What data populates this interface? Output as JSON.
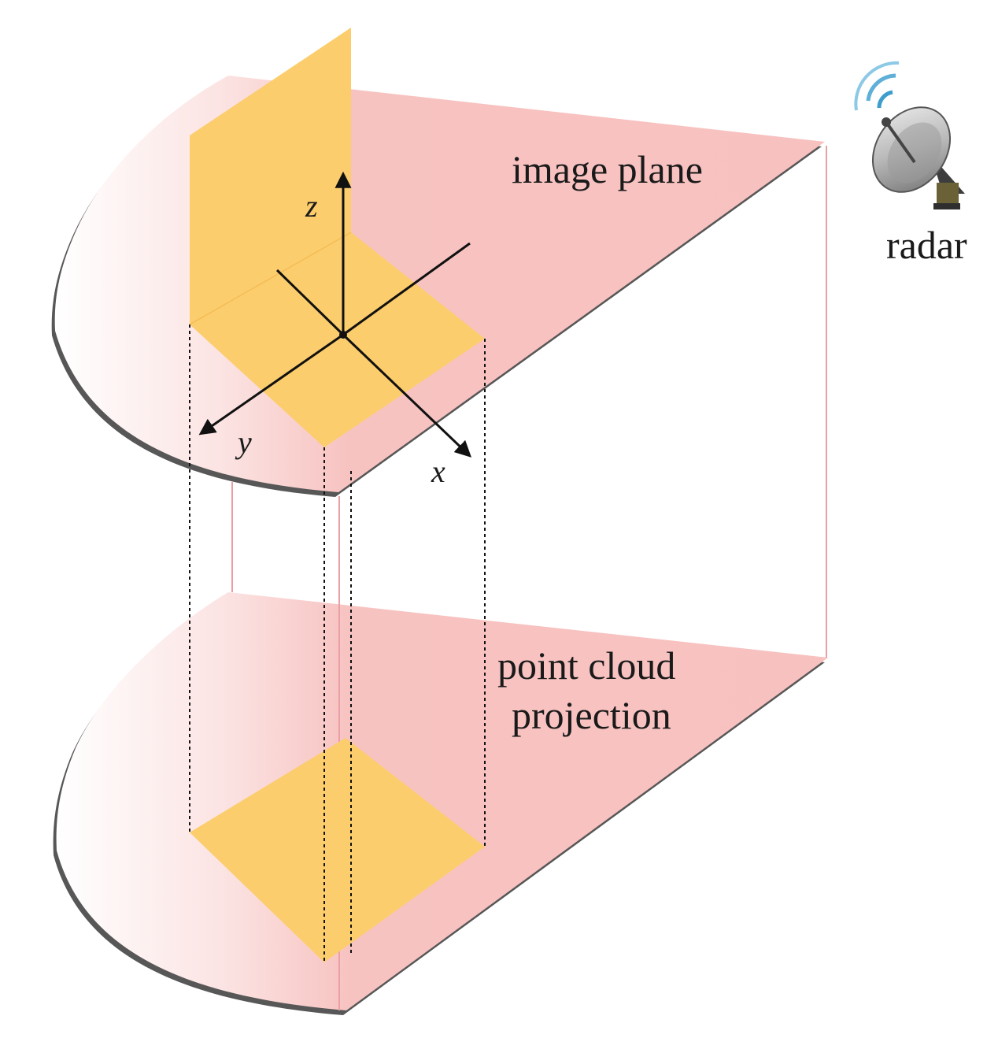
{
  "labels": {
    "image_plane": "image plane",
    "radar": "radar",
    "point_cloud_line1": "point cloud",
    "point_cloud_line2": "projection",
    "axis_x": "x",
    "axis_y": "y",
    "axis_z": "z"
  },
  "colors": {
    "plane_pink": "#f7c3c1",
    "object_yellow": "#fccd6c",
    "shadow_dark": "#3a3a3a",
    "line": "#111111",
    "guide": "#e8a0a4"
  },
  "icons": {
    "radar": "radar-dish-icon"
  }
}
